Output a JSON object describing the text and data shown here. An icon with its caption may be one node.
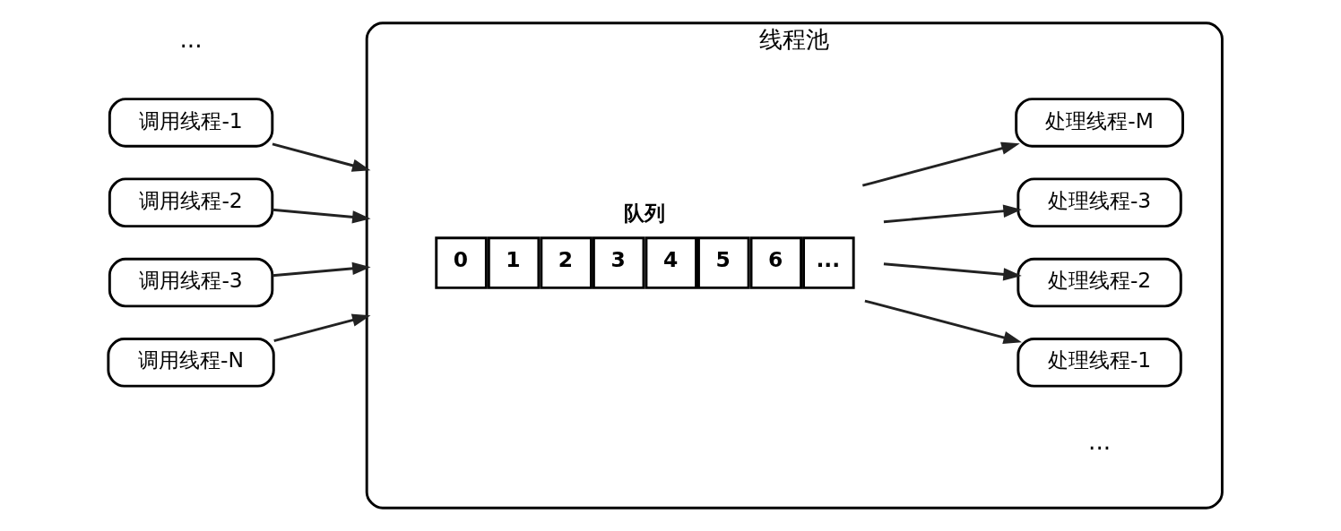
{
  "diagram": {
    "nodes": [
      {
        "text": [
          "调用线程-1"
        ]
      },
      {
        "text": [
          "调用线程-2"
        ]
      },
      {
        "text": [
          "调用线程-3"
        ]
      },
      {
        "text": [
          "调用线程-N"
        ]
      },
      {
        "text": [
          "线程池"
        ]
      },
      {
        "text": [
          "队列",
          "0",
          "1",
          "2",
          "3",
          "4",
          "5",
          "6",
          "..."
        ],
        "in": 4
      },
      {
        "text": [
          "处理线程-1"
        ],
        "in": 4
      },
      {
        "text": [
          "处理线程-2"
        ],
        "in": 4
      },
      {
        "text": [
          "处理线程-3"
        ],
        "in": 4
      },
      {
        "text": [
          "处理线程-M"
        ],
        "in": 4
      }
    ],
    "edges": [
      {
        "from": 0,
        "to": 4,
        "arrow": "to"
      },
      {
        "from": 1,
        "to": 4,
        "arrow": "to"
      },
      {
        "from": 2,
        "to": 4,
        "arrow": "to"
      },
      {
        "from": 3,
        "to": 4,
        "arrow": "to"
      },
      {
        "from": 5,
        "to": 6,
        "arrow": "to"
      },
      {
        "from": 5,
        "to": 7,
        "arrow": "to"
      },
      {
        "from": 5,
        "to": 8,
        "arrow": "to"
      },
      {
        "from": 5,
        "to": 9,
        "arrow": "to"
      }
    ],
    "labels": [
      "...",
      "..."
    ]
  }
}
